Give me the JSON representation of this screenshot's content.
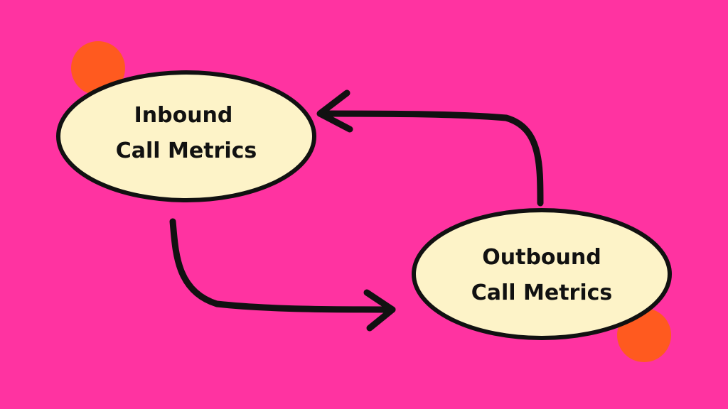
{
  "colors": {
    "background": "#ff33a1",
    "node_fill": "#fdf3c8",
    "node_stroke": "#111111",
    "accent_dot": "#ff5a1f",
    "arrow": "#111111"
  },
  "nodes": {
    "inbound": {
      "line1": "Inbound",
      "line2": "Call Metrics"
    },
    "outbound": {
      "line1": "Outbound",
      "line2": "Call Metrics"
    }
  },
  "edges": [
    {
      "from": "inbound",
      "to": "outbound"
    },
    {
      "from": "outbound",
      "to": "inbound"
    }
  ]
}
